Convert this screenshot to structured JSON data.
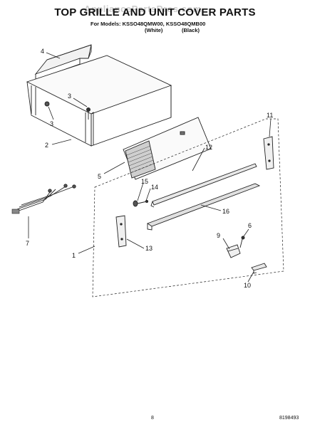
{
  "header": {
    "title": "TOP GRILLE AND UNIT COVER PARTS",
    "models_line": "For Models: KSSO48QMW00, KSSO48QMB00",
    "color_white": "(White)",
    "color_black": "(Black)",
    "watermark": "AppliancePartsPros.com"
  },
  "callouts": [
    "4",
    "3",
    "3",
    "2",
    "5",
    "11",
    "12",
    "15",
    "14",
    "7",
    "16",
    "1",
    "13",
    "9",
    "6",
    "10"
  ],
  "footer": {
    "page_number": "8",
    "document_number": "8198493"
  }
}
